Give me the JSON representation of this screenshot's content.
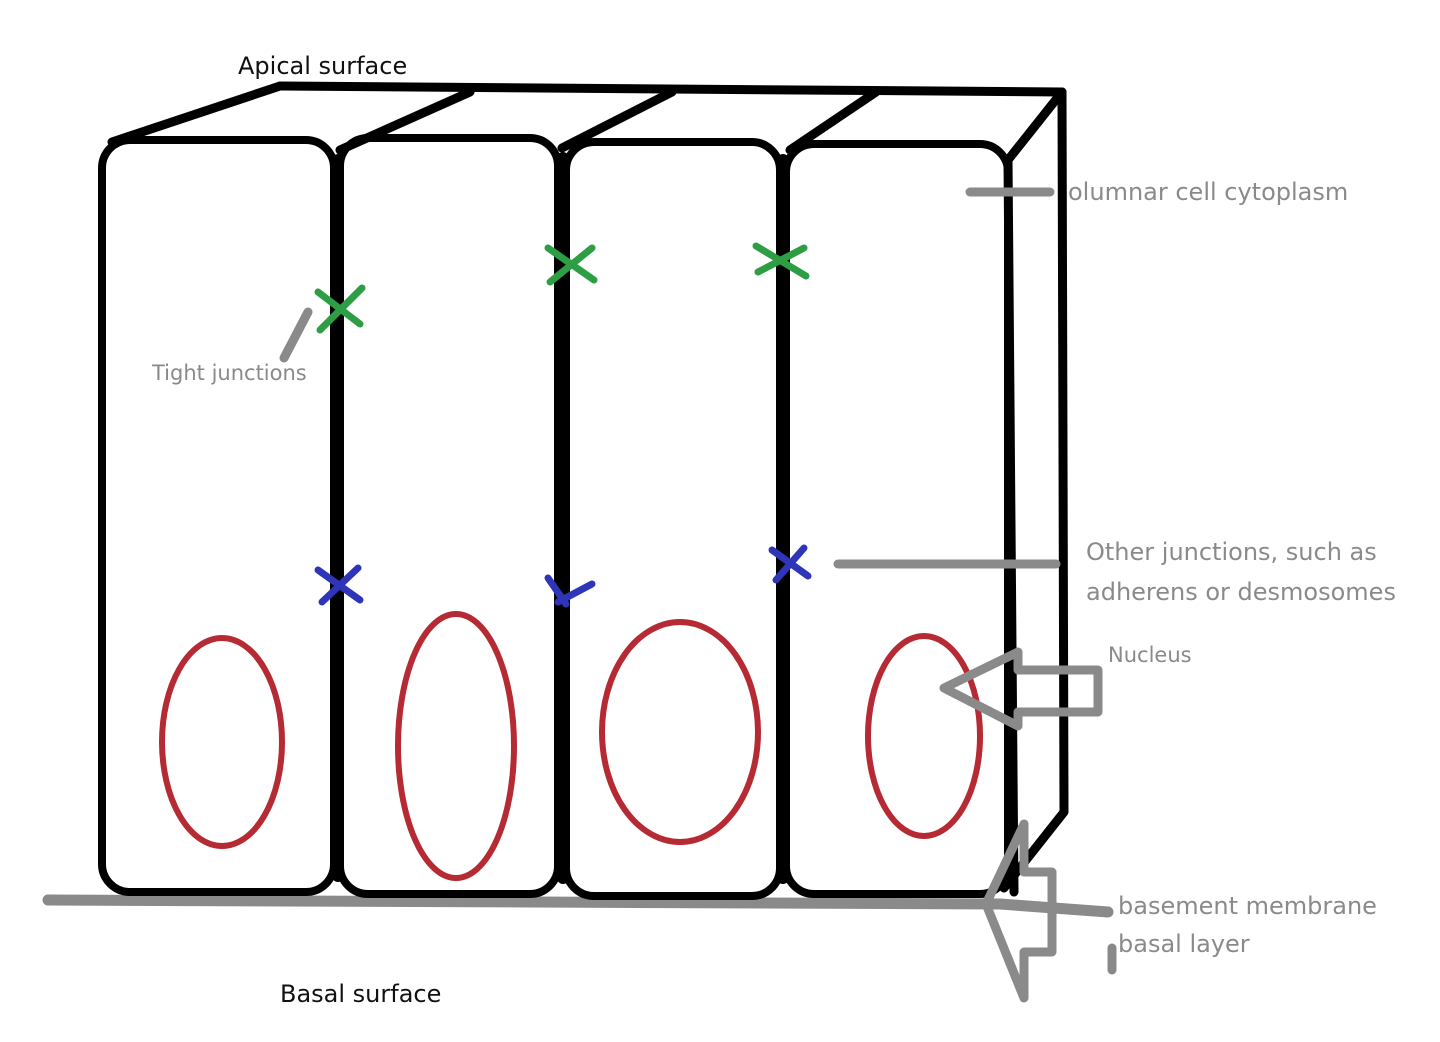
{
  "labels": {
    "apical": "Apical surface",
    "basal": "Basal surface",
    "cytoplasm": "olumnar cell cytoplasm",
    "tight_junctions": "Tight junctions",
    "other_junctions_line1": "Other junctions, such as",
    "other_junctions_line2": "adherens or desmosomes",
    "nucleus": "Nucleus",
    "basement_line1": "basement membrane",
    "basement_line2": "basal layer"
  },
  "colors": {
    "outline": "#000000",
    "leader": "#8a8a8a",
    "tight_junction": "#2e9e44",
    "other_junction": "#2e35b8",
    "nucleus": "#b52a33",
    "basement": "#8a8a8a"
  }
}
